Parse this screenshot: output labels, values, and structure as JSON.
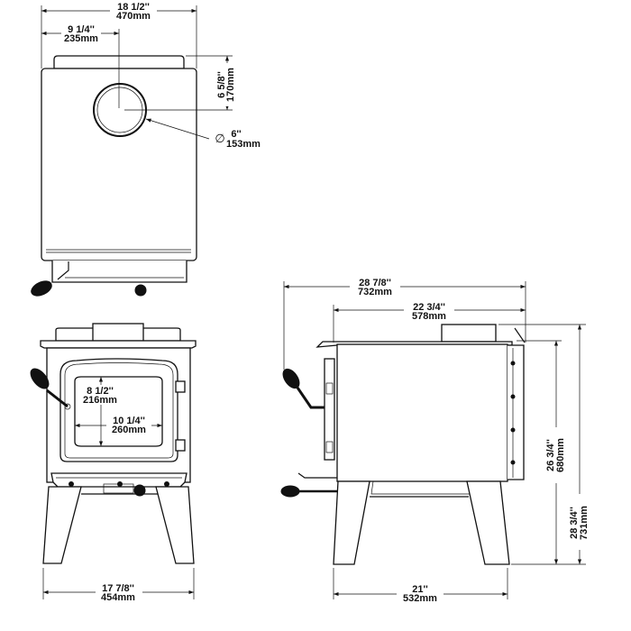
{
  "top_view": {
    "overall_width": {
      "in": "18  1/2''",
      "mm": "470mm"
    },
    "flue_offset_side": {
      "in": "9  1/4''",
      "mm": "235mm"
    },
    "flue_offset_back": {
      "in": "6  5/8''",
      "mm": "170mm"
    },
    "flue_diameter": {
      "symbol": "∅",
      "in": "6''",
      "mm": "153mm"
    }
  },
  "front_view": {
    "glass_height": {
      "in": "8  1/2''",
      "mm": "216mm"
    },
    "glass_width": {
      "in": "10  1/4''",
      "mm": "260mm"
    },
    "leg_width": {
      "in": "17  7/8''",
      "mm": "454mm"
    }
  },
  "side_view": {
    "overall_depth": {
      "in": "28  7/8''",
      "mm": "732mm"
    },
    "body_depth": {
      "in": "22  3/4''",
      "mm": "578mm"
    },
    "body_height": {
      "in": "26  3/4''",
      "mm": "680mm"
    },
    "overall_height": {
      "in": "28  3/4''",
      "mm": "731mm"
    },
    "leg_depth": {
      "in": "21''",
      "mm": "532mm"
    }
  }
}
